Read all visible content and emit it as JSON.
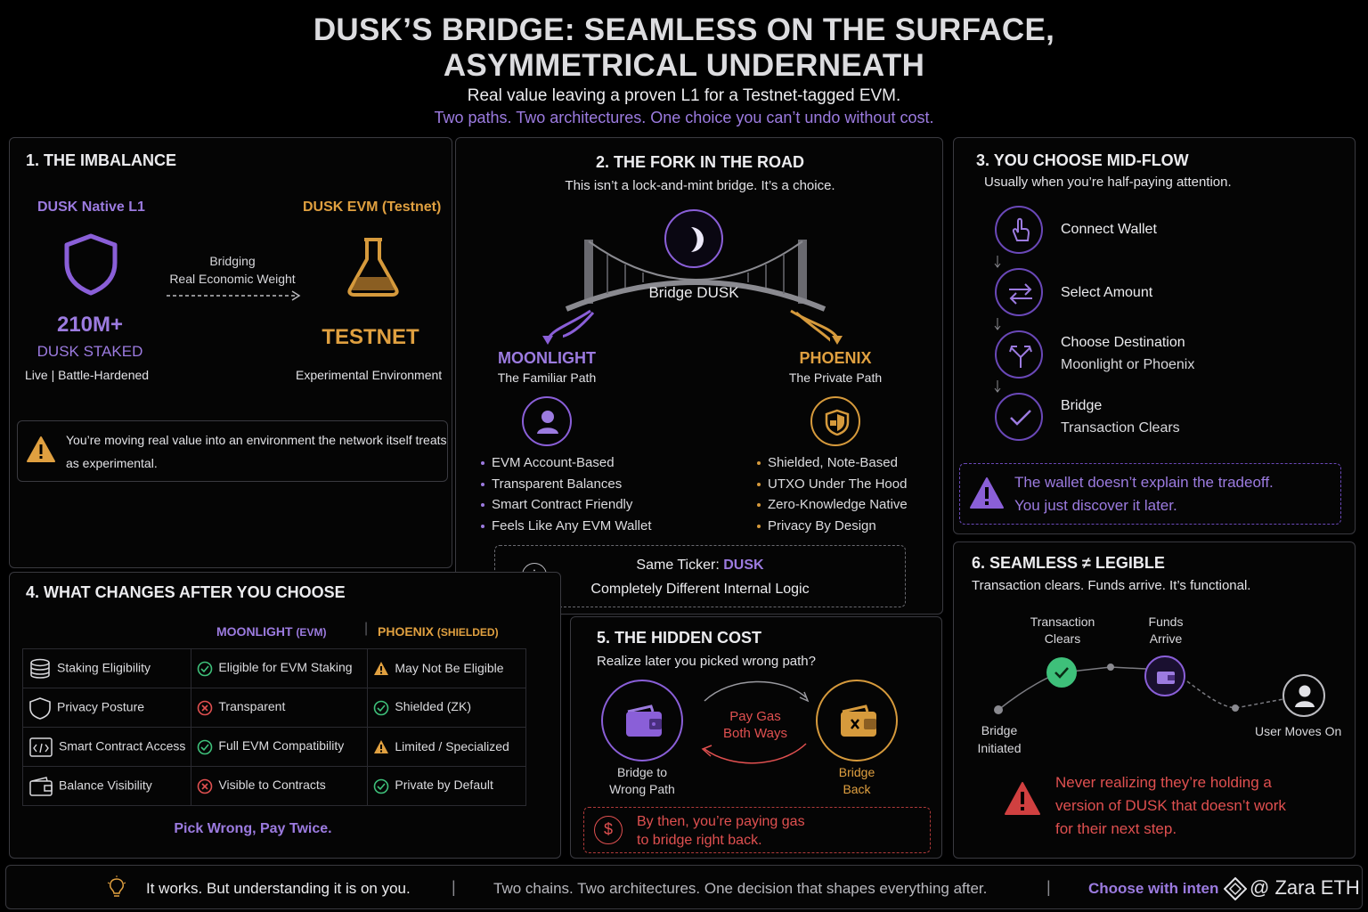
{
  "header": {
    "title_line1": "DUSK’S BRIDGE: SEAMLESS ON THE SURFACE,",
    "title_line2": "ASYMMETRICAL UNDERNEATH",
    "subtitle": "Real value leaving a proven L1 for a Testnet-tagged EVM.",
    "tagline": "Two paths. Two architectures. One choice you can’t undo without cost."
  },
  "imbalance": {
    "heading": "1. THE IMBALANCE",
    "left_label": "DUSK Native L1",
    "right_label": "DUSK EVM (Testnet)",
    "arrow_line1": "Bridging",
    "arrow_line2": "Real Economic Weight",
    "staked_value": "210M+",
    "staked_label": "DUSK STAKED",
    "left_caption": "Live | Battle-Hardened",
    "testnet_label": "TESTNET",
    "right_caption": "Experimental Environment",
    "warning": "You’re moving real value into an environment the network itself treats as experimental."
  },
  "fork": {
    "heading": "2. THE FORK IN THE ROAD",
    "subheading": "This isn’t a lock-and-mint bridge. It’s a choice.",
    "bridge_label": "Bridge DUSK",
    "left_name": "MOONLIGHT",
    "left_sub": "The Familiar Path",
    "left_bullets": [
      "EVM Account-Based",
      "Transparent Balances",
      "Smart Contract Friendly",
      "Feels Like Any EVM Wallet"
    ],
    "right_name": "PHOENIX",
    "right_sub": "The Private Path",
    "right_bullets": [
      "Shielded, Note-Based",
      "UTXO Under The Hood",
      "Zero-Knowledge Native",
      "Privacy By Design"
    ],
    "ticker_prefix": "Same Ticker: ",
    "ticker_name": "DUSK",
    "ticker_line2": "Completely Different Internal Logic"
  },
  "midflow": {
    "heading": "3. YOU CHOOSE MID-FLOW",
    "subheading": "Usually when you’re half-paying attention.",
    "steps": [
      {
        "line1": "Connect Wallet",
        "line2": "",
        "icon": "hand-pointer-icon"
      },
      {
        "line1": "Select Amount",
        "line2": "",
        "icon": "swap-arrows-icon"
      },
      {
        "line1": "Choose Destination",
        "line2": "Moonlight or Phoenix",
        "icon": "fork-icon"
      },
      {
        "line1": "Bridge",
        "line2": "Transaction Clears",
        "icon": "check-icon"
      }
    ],
    "warning_line1": "The wallet doesn’t explain the tradeoff.",
    "warning_line2": "You just discover it later."
  },
  "changes": {
    "heading": "4. WHAT CHANGES AFTER YOU CHOOSE",
    "col_moonlight": "MOONLIGHT",
    "col_moonlight_tag": "(EVM)",
    "col_phoenix": "PHOENIX",
    "col_phoenix_tag": "(SHIELDED)",
    "rows": [
      {
        "label": "Staking Eligibility",
        "moon": "Eligible for EVM Staking",
        "moon_status": "ok",
        "phx": "May Not Be Eligible",
        "phx_status": "warn"
      },
      {
        "label": "Privacy Posture",
        "moon": "Transparent",
        "moon_status": "bad",
        "phx": "Shielded (ZK)",
        "phx_status": "ok"
      },
      {
        "label": "Smart Contract Access",
        "moon": "Full EVM Compatibility",
        "moon_status": "ok",
        "phx": "Limited / Specialized",
        "phx_status": "warn"
      },
      {
        "label": "Balance Visibility",
        "moon": "Visible to Contracts",
        "moon_status": "bad",
        "phx": "Private by Default",
        "phx_status": "ok"
      }
    ],
    "footer": "Pick Wrong, Pay Twice."
  },
  "hidden_cost": {
    "heading": "5. THE HIDDEN COST",
    "subheading": "Realize later you picked wrong path?",
    "left_line1": "Bridge to",
    "left_line2": "Wrong Path",
    "center_line1": "Pay Gas",
    "center_line2": "Both Ways",
    "right_line1": "Bridge",
    "right_line2": "Back",
    "note_line1": "By then, you’re paying gas",
    "note_line2": "to bridge right back."
  },
  "legible": {
    "heading": "6. SEAMLESS ≠ LEGIBLE",
    "subheading": "Transaction clears. Funds arrive. It’s functional.",
    "node1_line1": "Bridge",
    "node1_line2": "Initiated",
    "node2_line1": "Transaction",
    "node2_line2": "Clears",
    "node3_line1": "Funds",
    "node3_line2": "Arrive",
    "node4": "User Moves On",
    "warning_line1": "Never realizing they’re holding a",
    "warning_line2": "version of DUSK that doesn’t work",
    "warning_line3": "for their next step."
  },
  "footer": {
    "part1": "It works. But understanding it is on you.",
    "sep": "|",
    "part2": "Two chains. Two architectures. One decision that shapes everything after.",
    "part3": "Choose with inten",
    "watermark": "@ Zara ETH"
  },
  "colors": {
    "purple": "#9c7be0",
    "orange": "#e0a040",
    "red": "#e05050",
    "green": "#3ec07a"
  }
}
